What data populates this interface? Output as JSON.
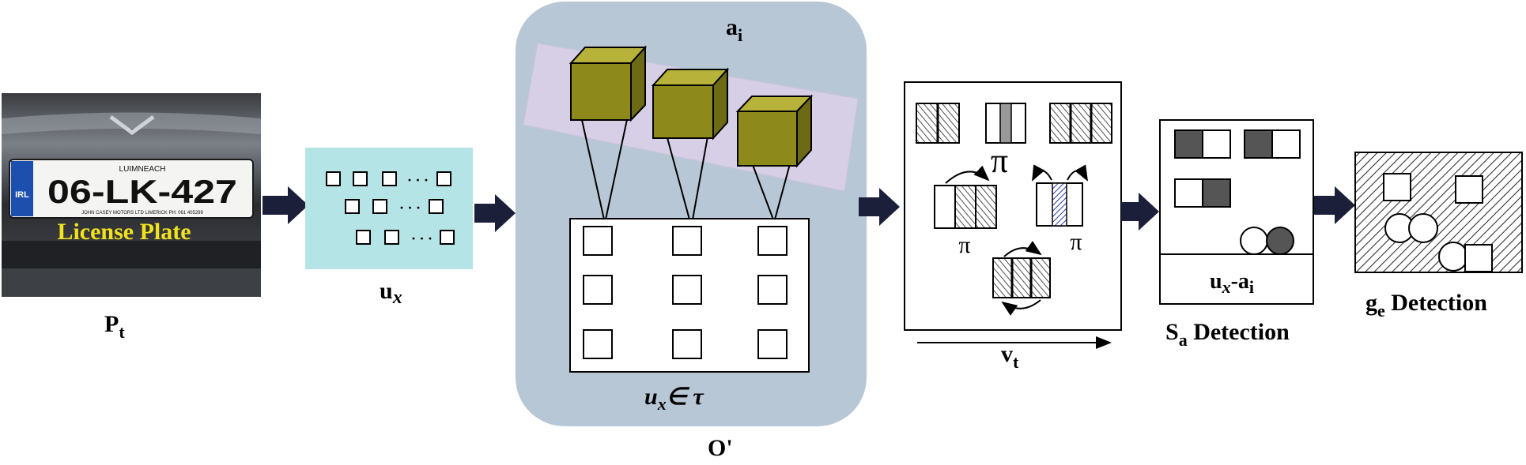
{
  "plate": {
    "region": "LUIMNEACH",
    "country_code": "IRL",
    "number": "06-LK-427",
    "dealer_line": "JOHN CASEY MOTORS LTD  LIMERICK  PH: 061 405299",
    "caption": "License Plate",
    "caption_color": "#f2e21d"
  },
  "labels": {
    "pt_main": "P",
    "pt_sub": "t",
    "ux_main": "u",
    "ux_sub": "x",
    "ai_main": "a",
    "ai_sub": "i",
    "membership_main": "u",
    "membership_sub": "x",
    "membership_rest": "∈ τ",
    "oprime": "O'",
    "pi": "π",
    "vt_main": "v",
    "vt_sub": "t",
    "diff_u": "u",
    "diff_x": "x",
    "diff_a": "-a",
    "diff_i": "i",
    "sa_main": "S",
    "sa_sub": "a",
    "sa_rest": " Detection",
    "ge_main": "g",
    "ge_sub": "e",
    "ge_rest": " Detection"
  },
  "ellipsis": "· · ·",
  "colors": {
    "ux_panel": "#b5e4e6",
    "o_panel": "#b8c7d6",
    "ai_band": "#d6cfe6",
    "cube": "#8d8a1b",
    "arrow": "#1c1f3a",
    "dark_fill": "#555555",
    "stripe": "#2a3a9e"
  }
}
